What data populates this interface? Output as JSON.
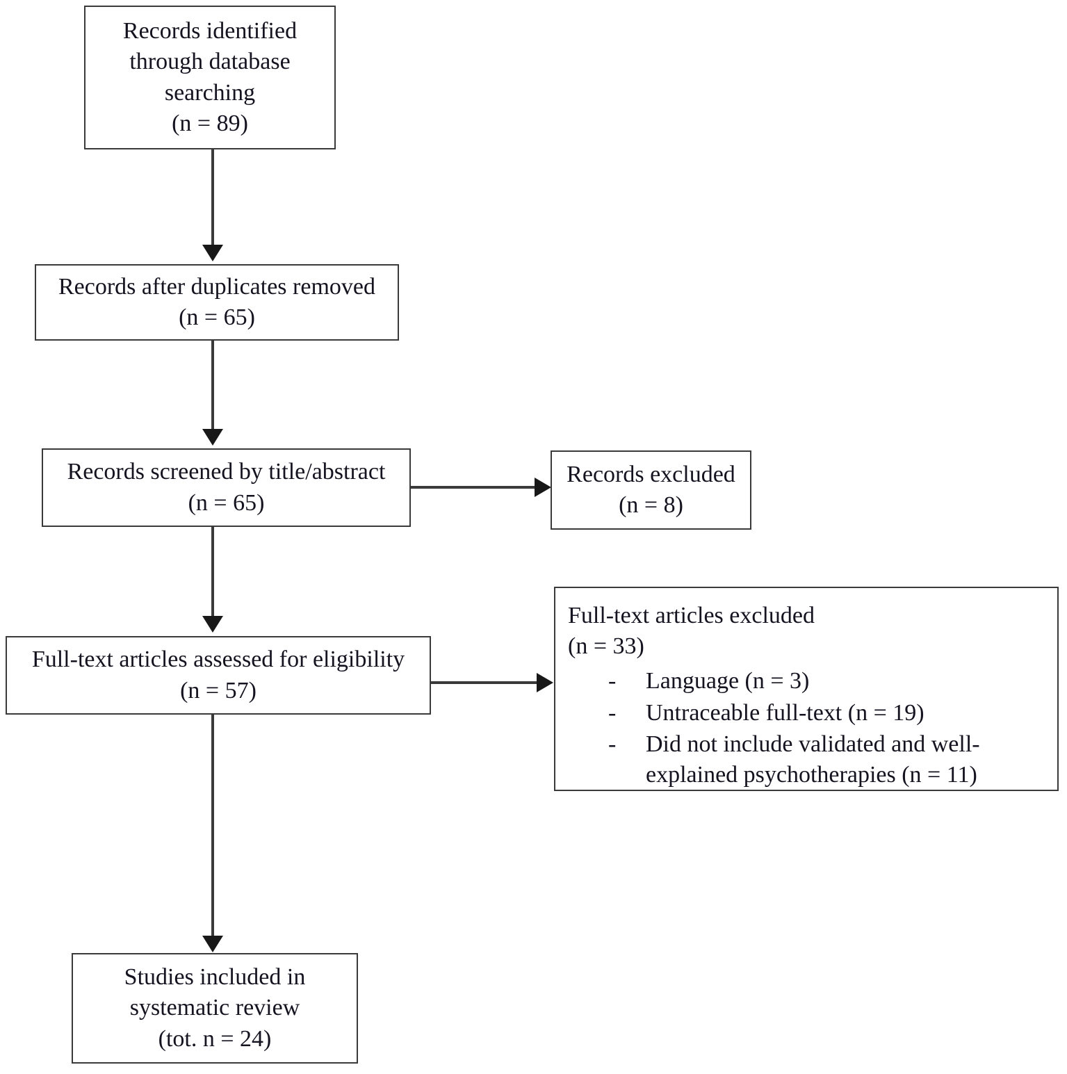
{
  "diagram": {
    "type": "prisma-flow-diagram",
    "nodes": {
      "identified": {
        "line1": "Records identified",
        "line2": "through database",
        "line3": "searching",
        "line4": "(n = 89)"
      },
      "duplicates_removed": {
        "line1": "Records after duplicates removed",
        "line2": "(n = 65)"
      },
      "screened": {
        "line1": "Records screened by title/abstract",
        "line2": "(n = 65)"
      },
      "records_excluded": {
        "line1": "Records excluded",
        "line2": "(n = 8)"
      },
      "eligibility": {
        "line1": "Full-text articles assessed for eligibility",
        "line2": "(n = 57)"
      },
      "fulltext_excluded": {
        "line1": "Full-text articles excluded",
        "line2": "(n = 33)",
        "reasons": [
          {
            "dash": "-",
            "text": "Language (n = 3)"
          },
          {
            "dash": "-",
            "text": "Untraceable full-text (n = 19)"
          },
          {
            "dash": "-",
            "text": "Did not include validated and well-explained psychotherapies (n = 11)"
          }
        ]
      },
      "included": {
        "line1": "Studies included in",
        "line2": "systematic review",
        "line3": "(tot. n = 24)"
      }
    },
    "colors": {
      "box_border": "#3a3a3a",
      "connector": "#3a3a3a",
      "arrowhead": "#181818",
      "background": "#ffffff",
      "text": "#15131f"
    }
  }
}
